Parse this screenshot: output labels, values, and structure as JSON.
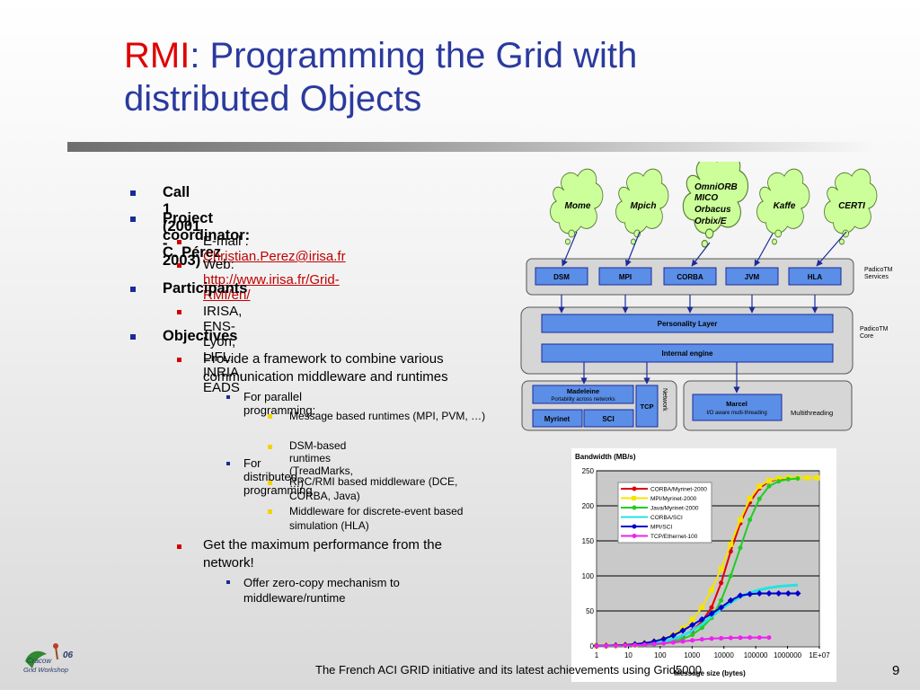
{
  "title": {
    "accent": "RMI",
    "rest": ": Programming the Grid with distributed Objects"
  },
  "bullets": {
    "call": "Call 1 (2001 - 2003)",
    "coordinator": "Project coordinator: C. Pérez",
    "email_prefix": "E-mail : ",
    "email": "Christian.Perez@irisa.fr",
    "web_prefix": "Web: ",
    "web": "http://www.irisa.fr/Grid-RMI/en/",
    "participants": "Participants",
    "participants_list": "IRISA, ENS-Lyon, LIFL, INRIA, EADS",
    "objectives": "Objectives",
    "obj1": "Provide a framework to combine various communication middleware and runtimes",
    "parallel": "For parallel programming:",
    "mpb": "Message based runtimes (MPI, PVM, …)",
    "dsm": "DSM-based runtimes (TreadMarks, …)",
    "distributed": "For distributed programming",
    "rpc": "RPC/RMI based middleware (DCE, CORBA, Java)",
    "middleware": "Middleware for discrete-event based simulation (HLA)",
    "obj2": "Get the maximum performance from the network!",
    "zerocopy": "Offer zero-copy mechanism to middleware/runtime"
  },
  "diagram": {
    "clouds": [
      "Mome",
      "Mpich",
      "OmniORB MICO Orbacus Orbix/E",
      "Kaffe",
      "CERTI"
    ],
    "omni_lines": [
      "OmniORB",
      "MICO",
      "Orbacus",
      "Orbix/E"
    ],
    "services": [
      "DSM",
      "MPI",
      "CORBA",
      "JVM",
      "HLA"
    ],
    "services_label_1": "PadicoTM",
    "services_label_2": "Services",
    "core_label_1": "PadicoTM",
    "core_label_2": "Core",
    "personality": "Personality Layer",
    "internal": "Internal engine",
    "madeleine": "Madeleine",
    "madeleine_sub": "Portability across networks",
    "myrinet": "Myrinet",
    "sci": "SCI",
    "tcp": "TCP",
    "network": "Network",
    "marcel": "Marcel",
    "marcel_sub": "I/O aware multi-threading",
    "multithreading": "Multithreading"
  },
  "chart_data": {
    "type": "line",
    "title": "Bandwidth (MB/s)",
    "xlabel": "Message size (bytes)",
    "ylabel": "",
    "x_scale": "log",
    "xticks": [
      "1",
      "10",
      "100",
      "1000",
      "10000",
      "100000",
      "1000000",
      "1E+07"
    ],
    "ylim": [
      0,
      250
    ],
    "yticks": [
      0,
      50,
      100,
      150,
      200,
      250
    ],
    "grid": "horizontal",
    "legend_placement": "top-left",
    "x": [
      1,
      2,
      4,
      8,
      16,
      32,
      64,
      128,
      256,
      512,
      1024,
      2048,
      4096,
      8192,
      16384,
      32768,
      65536,
      131072,
      262144,
      524288,
      1048576,
      2097152,
      4194304,
      8388608
    ],
    "series": [
      {
        "name": "CORBA/Myrinet-2000",
        "color": "#e00000",
        "marker": "circle",
        "values": [
          0.2,
          0.3,
          0.5,
          0.9,
          1.5,
          2.5,
          4,
          6,
          9,
          14,
          22,
          35,
          55,
          90,
          135,
          175,
          205,
          225,
          235,
          238,
          239,
          240,
          null,
          null
        ]
      },
      {
        "name": "MPI/Myrinet-2000",
        "color": "#f5e400",
        "marker": "square",
        "values": [
          0.3,
          0.5,
          0.8,
          1.2,
          2,
          3.5,
          6,
          10,
          16,
          25,
          38,
          55,
          80,
          110,
          145,
          180,
          210,
          228,
          236,
          239,
          240,
          240,
          240,
          240
        ]
      },
      {
        "name": "Java/Myrinet-2000",
        "color": "#22cc22",
        "marker": "circle",
        "values": [
          0.1,
          0.2,
          0.3,
          0.5,
          0.8,
          1.3,
          2,
          3.5,
          6,
          10,
          16,
          26,
          40,
          65,
          100,
          140,
          180,
          210,
          228,
          235,
          238,
          239,
          null,
          null
        ]
      },
      {
        "name": "CORBA/SCI",
        "color": "#22e3e3",
        "marker": "none",
        "values": [
          0.2,
          0.4,
          0.6,
          1,
          1.6,
          2.6,
          4,
          6.5,
          10,
          15,
          22,
          31,
          42,
          53,
          62,
          70,
          76,
          80,
          83,
          85,
          86,
          87,
          null,
          null
        ]
      },
      {
        "name": "MPI/SCI",
        "color": "#0000cc",
        "marker": "diamond",
        "values": [
          0.3,
          0.5,
          0.9,
          1.5,
          2.5,
          4,
          6.5,
          10,
          15,
          22,
          30,
          38,
          46,
          55,
          65,
          72,
          74,
          75,
          75,
          75,
          75,
          75,
          null,
          null
        ]
      },
      {
        "name": "TCP/Ethernet-100",
        "color": "#ee22ee",
        "marker": "circle",
        "values": [
          0.2,
          0.3,
          0.5,
          0.8,
          1.2,
          1.8,
          2.7,
          3.8,
          5,
          6.5,
          8,
          9.5,
          10.5,
          11,
          11.5,
          11.8,
          12,
          12,
          12,
          null,
          null,
          null,
          null,
          null
        ]
      }
    ]
  },
  "footer": "The French ACI GRID initiative and its latest achievements using Grid5000",
  "page_number": "9",
  "logo": {
    "line1": "Cracow",
    "line2": "Grid Workshop",
    "year": "06"
  }
}
